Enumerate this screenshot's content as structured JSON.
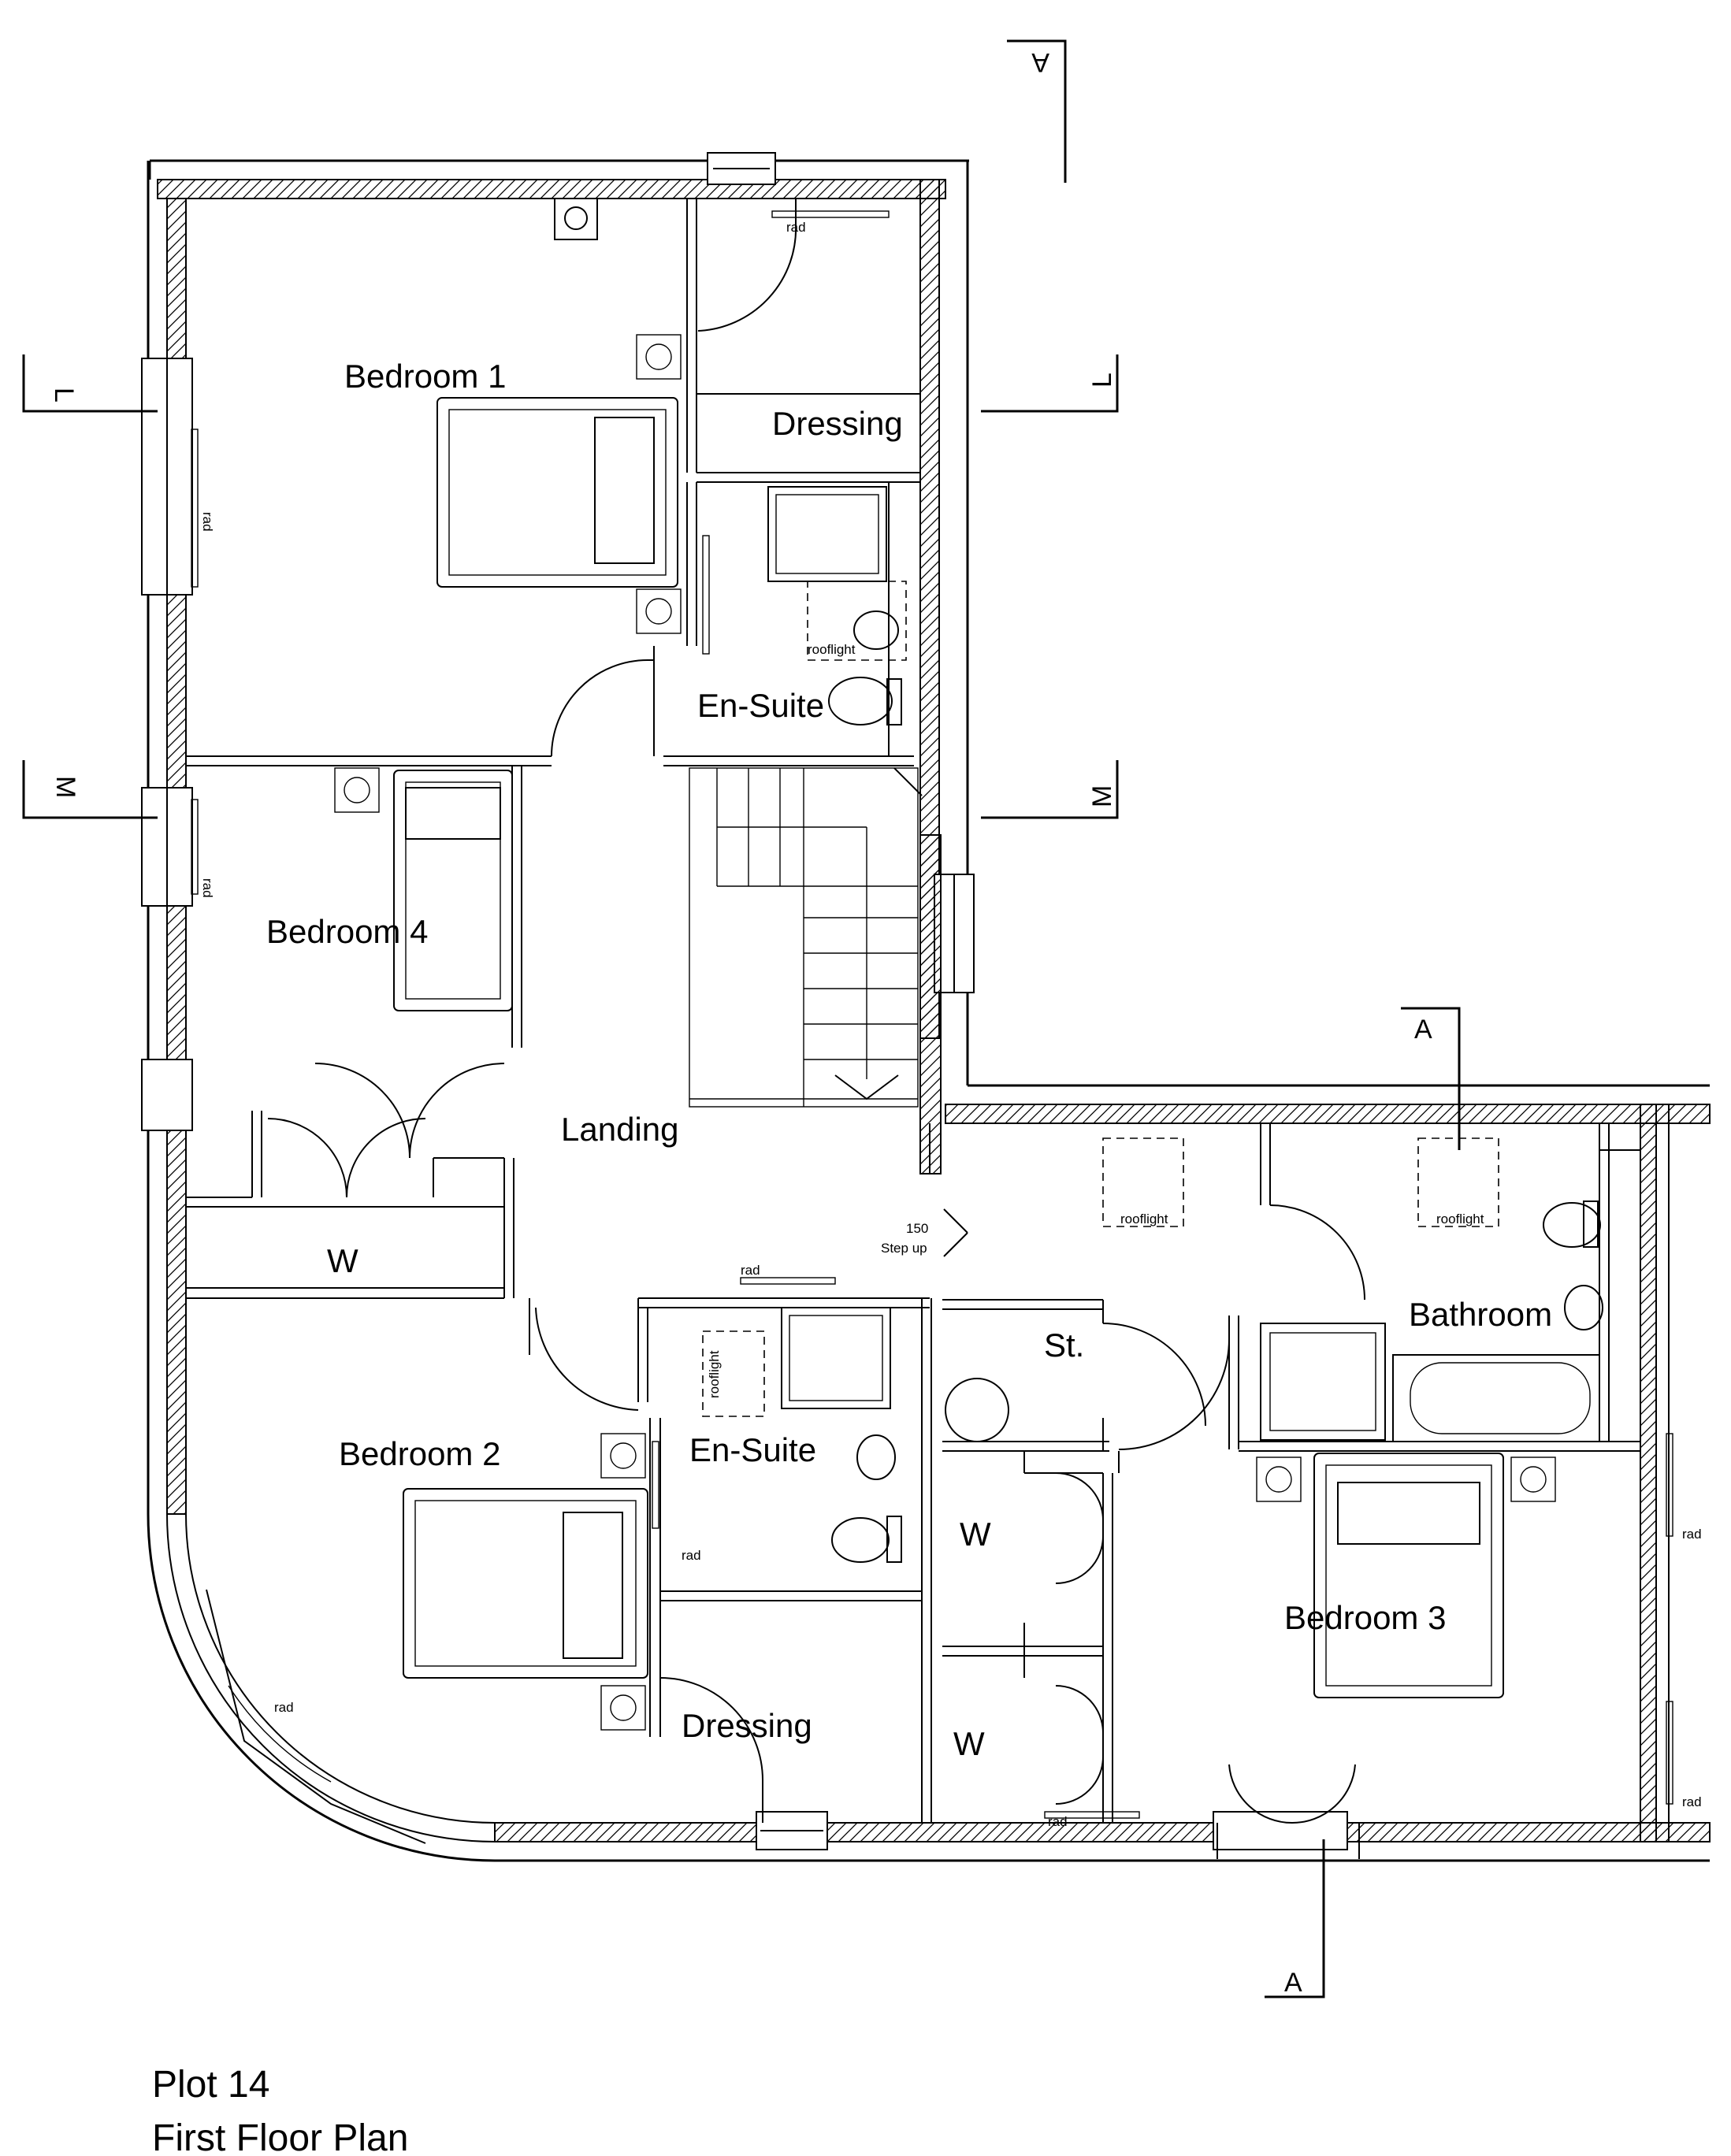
{
  "title": {
    "plot": "Plot  14",
    "plan": "First Floor Plan"
  },
  "rooms": {
    "bedroom1": "Bedroom 1",
    "dressing_top": "Dressing",
    "ensuite_top": "En-Suite",
    "bedroom4": "Bedroom 4",
    "landing": "Landing",
    "wardrobe_left": "W",
    "bedroom2": "Bedroom 2",
    "ensuite_bottom": "En-Suite",
    "dressing_bottom": "Dressing",
    "store": "St.",
    "wardrobe_upper": "W",
    "wardrobe_lower": "W",
    "bathroom": "Bathroom",
    "bedroom3": "Bedroom 3"
  },
  "annotations": {
    "rad": "rad",
    "rooflight": "rooflight",
    "step_value": "150",
    "step_text": "Step up"
  },
  "sections": {
    "L": "L",
    "M": "M",
    "A": "A"
  }
}
